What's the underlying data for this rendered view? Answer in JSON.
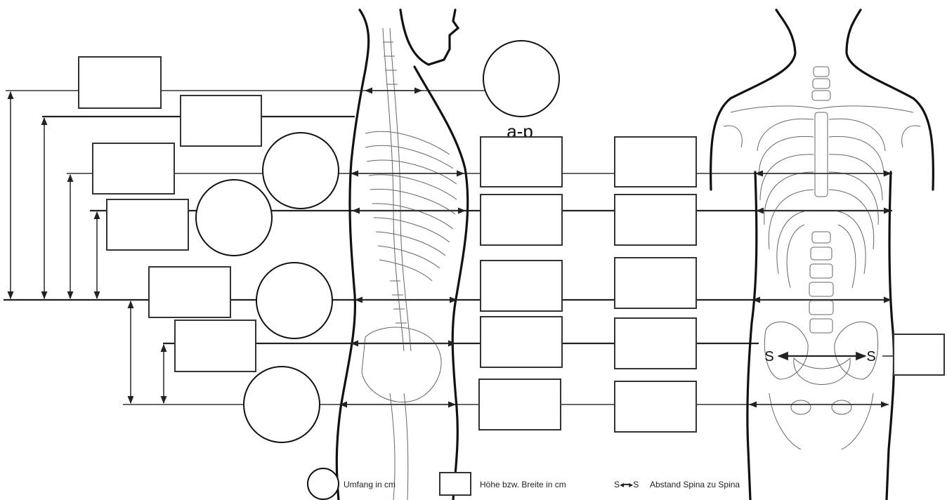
{
  "diagram": {
    "ap_label": "a-p",
    "spina_left": "S",
    "spina_right": "S",
    "legend": {
      "circumference": "Umfang in cm",
      "height_width": "Höhe bzw. Breite in cm",
      "spina_symbol": "S◂━▸S",
      "spina": "Abstand Spina zu Spina"
    }
  }
}
